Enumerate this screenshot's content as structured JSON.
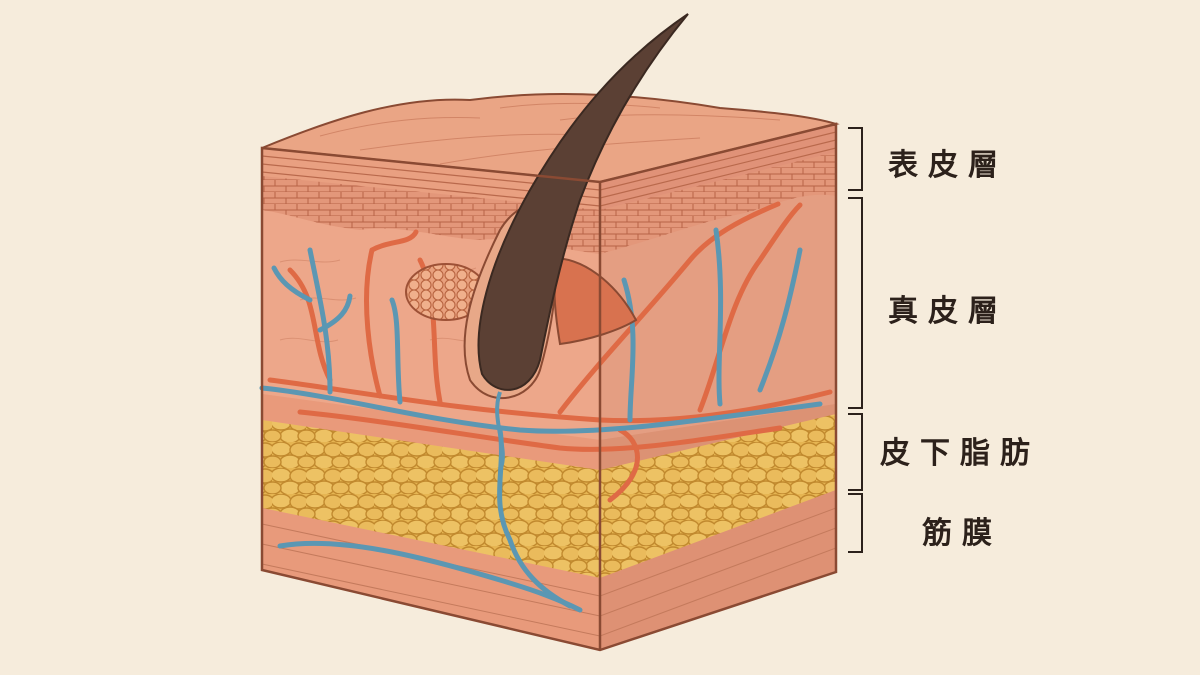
{
  "labels": {
    "epidermis": "表皮層",
    "dermis": "真皮層",
    "subcutaneous": "皮下脂肪",
    "fascia": "筋膜"
  },
  "colors": {
    "background": "#f6ecdc",
    "skin": "#e9a081",
    "skin_light": "#f1b597",
    "outline": "#8a4a33",
    "fat": "#e6b552",
    "fat_outline": "#c1892e",
    "artery": "#df6a45",
    "vein": "#5b97b3",
    "hair": "#5b4034",
    "bracket": "#2c211b"
  }
}
